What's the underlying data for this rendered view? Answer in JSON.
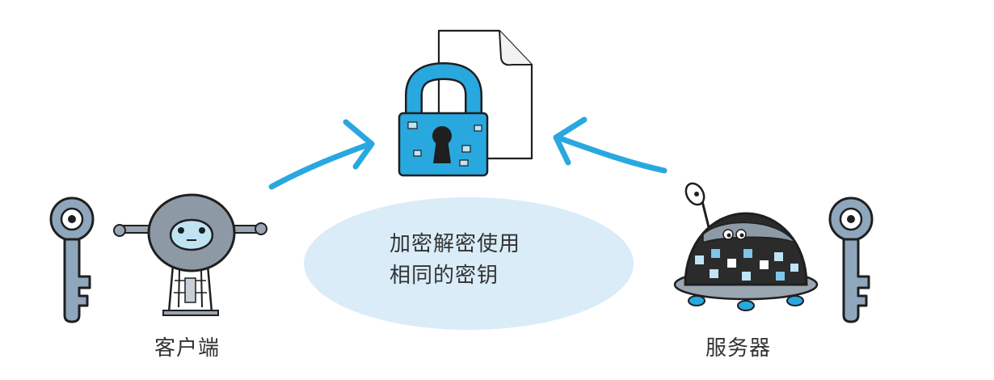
{
  "labels": {
    "client": "客户端",
    "server": "服务器",
    "note_line1": "加密解密使用",
    "note_line2": "相同的密钥"
  },
  "icons": {
    "client_key": "key-icon",
    "client_robot": "robot-icon",
    "server_robot": "dome-robot-icon",
    "server_key": "key-icon",
    "document": "document-icon",
    "padlock": "padlock-icon",
    "arrow_left": "arrow-icon",
    "arrow_right": "arrow-icon"
  },
  "colors": {
    "accent_blue": "#29a8e0",
    "ellipse_fill": "#d9ecf8",
    "key_fill": "#8fa7bd",
    "outline": "#1f1f1f",
    "text": "#333333"
  }
}
